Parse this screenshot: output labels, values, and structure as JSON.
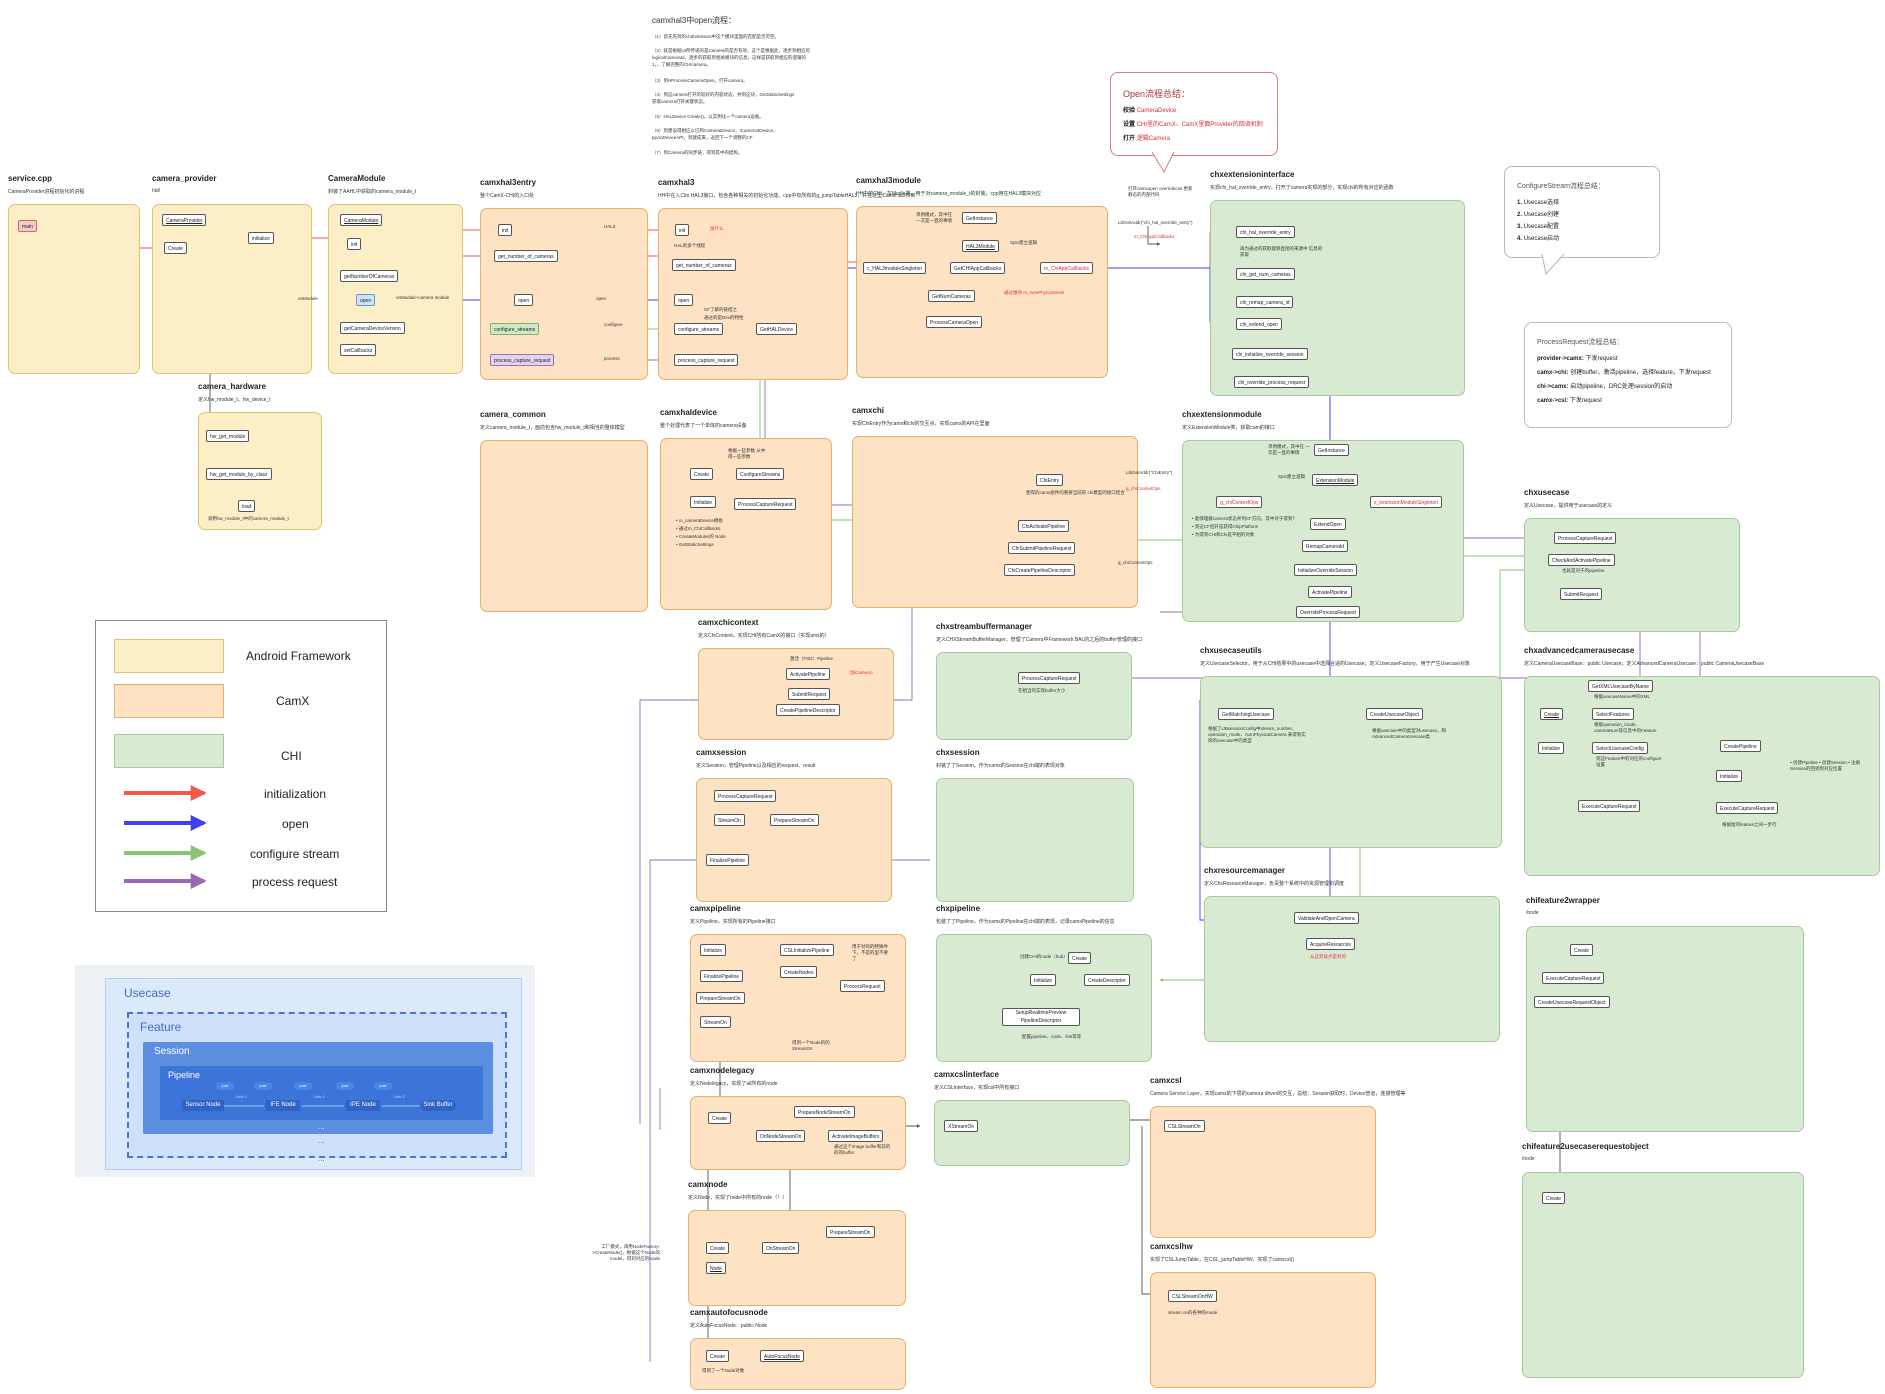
{
  "modules": {
    "service": {
      "title": "service.cpp",
      "desc": "CameraProvider进程初始化的进程"
    },
    "provider": {
      "title": "camera_provider",
      "desc": "hidl"
    },
    "cmodule": {
      "title": "CameraModule",
      "desc": "封装了AAHL中获取的camera_module_t"
    },
    "entry": {
      "title": "camxhal3entry",
      "desc": "整个CamX-CHI的入口处"
    },
    "hal3": {
      "title": "camxhal3",
      "desc": "HH中在入口to HAL3接口，包含各种相关的初始化功能。cpp中有所有的g_jumpTableHAL3，并在这里CamxHal3传到"
    },
    "hal3mod": {
      "title": "camxhal3module",
      "desc": "HH中的CHI，在Modle类，用于对camera_module_t的封装，cpp用在HAL3模块对应"
    },
    "extif": {
      "title": "chxextensioninterface",
      "desc": "实现chi_hal_override_entry，打开了camera实现的部分，实现chi的所有对应的函数"
    },
    "hardware": {
      "title": "camera_hardware",
      "desc": "定义hw_module_t，hw_device_t"
    },
    "common": {
      "title": "camera_common",
      "desc": "定义camera_module_t，面前包含hw_module_t和相当的整体模型"
    },
    "haldev": {
      "title": "camxhaldevice",
      "desc": "整个处理代表了一个单体的camera设备"
    },
    "chi": {
      "title": "camxchi",
      "desc": "实现ChiEntry作为camx和chi的交互点，实现camx的API在里面"
    },
    "extmod": {
      "title": "chxextensionmodule",
      "desc": "定义ExtensionModule类，获取cam的接口"
    },
    "usecase": {
      "title": "chxusecase",
      "desc": "定义Usecase，提供用于usecase的定义"
    },
    "chictx": {
      "title": "camxchicontext",
      "desc": "定义ChiContext，实现CHI所有CamX的接口（实现amx的）"
    },
    "sbm": {
      "title": "chxstreambuffermanager",
      "desc": "定义CHXStreamBufferManager，管理了Camera中Framework BAL的之后的buffer管理的接口"
    },
    "uutils": {
      "title": "chxusecaseutils",
      "desc": "定义UsecaseSelector，用于从CHI结果中的usecase中选择合适的Usecase；定义UsecaseFactory，用于产生Usecase对象"
    },
    "advuc": {
      "title": "chxadvancedcamerausecase",
      "desc": "定义CameraUsecaseBase：public Usecase；定义AdvancedCameraUsecase：public CameraUsecaseBase"
    },
    "session": {
      "title": "camxsession",
      "desc": "定义Session，管理Pipeline以及相应的request、result"
    },
    "chxsession": {
      "title": "chxsession",
      "desc": "封装了了Session，作为camx的Session在chi端的表现对象"
    },
    "resmgr": {
      "title": "chxresourcemanager",
      "desc": "定义ChxResourceManager，负责整个系统中的资源管理和调度"
    },
    "pipeline": {
      "title": "camxpipeline",
      "desc": "定义Pipeline，实现所有的Pipeline接口"
    },
    "chxpipeline": {
      "title": "chxpipeline",
      "desc": "包装了了Pipeline，作为camx的Pipeline在chi端的表现，记录camxPipeline的信息"
    },
    "f2wrap": {
      "title": "chifeature2wrapper",
      "desc": "/node"
    },
    "nodelegacy": {
      "title": "camxnodelegacy",
      "desc": "定义Nodelegacy，实现了all所有的node"
    },
    "csl": {
      "title": "camxcslinterface",
      "desc": "定义CSLInterface，实现csl中所有接口"
    },
    "camxcsl": {
      "title": "camxcsl",
      "desc": "Camera Service Layer，实现camx的下层的camera driver的交互，总结：Session获取时，Device管道，连接管理等"
    },
    "f2uro": {
      "title": "chifeature2usecaserequestobject",
      "desc": "/node"
    },
    "node": {
      "title": "camxnode",
      "desc": "定义Node，实现了node中所有的node（！）"
    },
    "cslhw": {
      "title": "camxcslhw",
      "desc": "实现了CSLJumpTable，在CSL_jumpTableHW，实现了camxcsl()"
    },
    "afnode": {
      "title": "camxautofocusnode",
      "desc": "定义AutoFocusNode：public Node"
    }
  },
  "nodes": {
    "main": "main",
    "cprov": "CameraProvider",
    "create": "Create",
    "initialize": "initialize",
    "cmodule": "CameraModule",
    "init": "init",
    "getnum": "getNumberOfCameras",
    "open": "open",
    "getcdv": "getCameraDeviceVersion",
    "setcb": "setCallbacks",
    "e_init": "init",
    "e_getnum": "get_number_of_cameras",
    "e_open": "open",
    "e_cfg": "configure_streams",
    "e_pcr": "process_capture_request",
    "h_init": "init",
    "h_getnum": "get_number_of_cameras",
    "h_open": "open",
    "h_cfg": "configure_streams",
    "h_pcr": "process_capture_request",
    "h_getdev": "GetHALDevice",
    "m_getinst": "GetInstance",
    "m_halmod": "HAL3Module",
    "m_getcb": "GetCHIAppCallbacks",
    "m_chiapp": "m_ChiAppCallbacks",
    "m_ctor": "c_HAL3moduleSingleton",
    "m_getcams": "GetNumCameras",
    "m_pco": "ProcessCameraOpen",
    "x_entry": "chi_hal_override_entry",
    "x_getnum": "chi_get_num_cameras",
    "x_remap": "chi_remap_camera_id",
    "x_open": "chi_extend_open",
    "x_init": "chi_initialize_override_session",
    "x_pcr": "chi_override_process_request",
    "hw_get": "hw_get_module",
    "hw_getcls": "hw_get_module_by_class",
    "hw_load": "load",
    "d_create": "Create",
    "d_cfg": "ConfigureStreams",
    "d_init": "Initialize",
    "d_pcr": "ProcessCaptureRequest",
    "c_entry": "ChiEntry",
    "c_act": "ChiActivatePipeline",
    "c_sub": "ChiSubmitPipelineRequest",
    "c_cpd": "ChiCreatePipelineDescriptor",
    "em_getinst": "GetInstance",
    "em_ext": "ExtensionModule",
    "em_ops": "g_chiContextOps",
    "em_single": "s_extensionModuleSingleton",
    "em_open": "ExtendOpen",
    "em_remap": "RemapCameraId",
    "em_ios": "InitializeOverrideSession",
    "em_act": "ActivatePipeline",
    "em_opr": "OverrideProcessRequest",
    "u_pcr": "ProcessCaptureRequest",
    "u_check": "CheckAndActivatePipeline",
    "u_sub": "SubmitRequest",
    "cc_act": "ActivatePipeline",
    "cc_sub": "SubmitRequest",
    "cc_cpd": "CreatePipelineDescriptor",
    "sbm_pcr": "ProcessCaptureRequest",
    "uu_gmu": "GetMatchingUsecase",
    "uu_cuo": "CreateUsecaseObject",
    "a_create": "Create",
    "a_initialize": "Initialize",
    "a_getxml": "GetXMLUsecaseByName",
    "a_select": "SelectFeatures",
    "a_sel2": "SelectUsecaseConfig",
    "a_cp": "CreatePipeline",
    "a_init": "Initialize",
    "a_ecr": "ExecuteCaptureRequest",
    "a_ecr2": "ExecuteCaptureRequest",
    "s_pcr": "ProcessCaptureRequest",
    "s_son": "StreamOn",
    "s_pson": "PrepareStreamOn",
    "s_fin": "FinalizePipeline",
    "r_val": "ValidateAndOpenCamera",
    "r_acq": "AcquireResources",
    "p_init": "Initialize",
    "p_csl": "CSLInitializePipeline",
    "p_fin": "FinalizePipeline",
    "p_cn": "CreateNodes",
    "p_pr": "ProcessRequest",
    "p_pson": "PrepareStreamOn",
    "p_son": "StreamOn",
    "cp_create": "Create",
    "cp_init": "Initialize",
    "cp_cd": "CreateDescriptor",
    "cp_setup": "SetupRealtimePreview PipelineDescriptor",
    "f2_create": "Create",
    "f2_ecr": "ExecuteCaptureRequest",
    "f2_curo": "CreateUsecaseRequestObject",
    "nl_create": "Create",
    "nl_pnson": "PrepareNodeStreamOn",
    "nl_onson": "OnNodeStreamOn",
    "nl_aib": "ActivateImageBuffers",
    "csl_son": "XStreamOn",
    "cx_son": "CSLStreamOn",
    "f2u_create": "Create",
    "n_create": "Create",
    "n_node": "Node",
    "n_onson": "OnStreamOn",
    "n_pson": "PrepareStreamOn",
    "hw_son": "CSLStreamOnHW",
    "af_create": "Create",
    "af_node": "AutoFocusNode"
  },
  "notes": {
    "n_top": "camxhal3中open流程：",
    "t1": "（1）首先先到的chiExtension中这个模块里面的匹配是否可空。",
    "t2": "（2）就是根据UI所传递的是Camera的是否有效，这个是根据此，逐步到相应的",
    "t2b": "logicalCameraId，逐步的获取到相关模块的信息，这样是获取到相应的逻辑的",
    "t2c": "1，，了解完整的CHIcamera。",
    "t3": "（3）到HProcessCameraOpen，打开camera。",
    "t4": "（4）到这camera打开的较好的内容状态，并到这块，GetStaticSettings",
    "t4b": "获取camera打开关键状态。",
    "t5": "（5）HALDevice Create()，以实例化一个camera设备。",
    "t6": "（6）到建设得相应以已和CameraIDevice，ICamera3Device，",
    "t6b": "ppAnDeviceAPI，到建成来，返回下一个调整的CF",
    "t7": "（7）到Camera的同步链，得到其中的结构。",
    "hal3_note1": "HAL的多个线程",
    "hal3_note2": "CF了解的链结之",
    "hal3_note3": "通过的是Dev的特性",
    "mod_note": "单例模式，其中在 一次是一直的事情",
    "mod_note2": "Spin建立逻辑",
    "mod_note3": "通过维持 m_numPhyCameras",
    "ext_note": "打开camxopen overridecas 更新静态的内部代码",
    "ext_lib": "LibGetAddr(\"chi_hal_override_entry\")",
    "ext_cb": "m_ChiAppCallbacks",
    "ext_note2": "再为通过的获取能够直接的来源中 信息的获取",
    "em_note": "单例模式，其中在 一次是一直的事情",
    "em_note2": "Spin建立逻辑",
    "em_lib": "LibGetAddr(\"ChiEntry\")",
    "em_ops": "g_chiContextOps",
    "em_b1": "• 能够理解camera状态并到CF方向，其中对于得到？",
    "em_b2": "• 到这CF后开是获得ChipPlatform",
    "em_b3": "• 为得到CHI和Chi是平相的对象",
    "c_note": "使得的camx组件的重要当前的 chi模型的接口结合",
    "d_note": "根据一些参数 从中得一些参数",
    "d_b1": "• m_cameraDevice模板",
    "d_b2": "• 通过m_ChiCallbacks",
    "d_b3": "• CreateModules的 Node",
    "d_b4": "• GetStaticSettings",
    "cc_note": "激活（FSD）Pipeline",
    "sbm_note": "在相当的实现buffer大小",
    "uu_note": "根据了UBsessionConfig中stream_number、operation_mode、numPhysicalCamera 来得到实际的usecase中的类型",
    "uu_note2": "根据usecase中的类型对usecase，和AdvancedCameraUsecase类",
    "a_note1": "根据usecaseName中的XML",
    "a_note2": "根据operation_mode、cameraNum等信息中的Feature",
    "a_note3": "到这Feature中的对应的configure设置",
    "a_note4": "• 创建Pipeline • 创建Session • 注册Session的回调到对应位置",
    "a_note5": "根据给的feature之间一步行",
    "u_note": "也就是对于的pipeline",
    "p_note": "用于对的的特殊件下，不是的里不要了",
    "p_note2": "得到一个Node的的 StreamOn",
    "cp_note": "创建CHI的node（hub）",
    "cp_note2": "配置pipeline、node、link等等",
    "r_note": "从这到该点是有的",
    "nl_note": "通过这个image buffer和前的的的buffer",
    "n_note": "工厂模式，调用NodeFactory->CreateNode()，根据这个Node的model，得到对应的Node",
    "hw_note": "stream on的各种的mode",
    "af_note": "得到了一个Node对象",
    "hw_note2": "调用hw_module_t中的camera_module_t",
    "create_note": "onModule",
    "lbl_hal3": "HAL3",
    "lbl_open": "open",
    "lbl_cfg": "configure",
    "lbl_pcr": "process",
    "lbl_mod": "onModule+camera module",
    "lbl_chi": "g_chiContextOps",
    "red1": "加什么",
    "red2": "（加Camera）"
  },
  "legend": {
    "fw": "Android Framework",
    "camx": "CamX",
    "chi": "CHI",
    "init": "initialization",
    "open": "open",
    "cfg": "configure stream",
    "pcr": "process request",
    "colors": {
      "fw": "#fcefc7",
      "camx": "#fde2c4",
      "chi": "#d9ead3",
      "init": "#f4574b",
      "open": "#3d3ff0",
      "cfg": "#89c56f",
      "pcr": "#9b69b4"
    }
  },
  "callouts": {
    "open": {
      "title": "Open流程总结：",
      "l1": "校验",
      "l1b": "CameraDevice",
      "l2": "设置",
      "l2b": "CHI里的CamX、CamX里面Provider的回调机制",
      "l3": "打开",
      "l3b": "逻辑Camera"
    },
    "cfg": {
      "title": "ConfigureStream流程总结：",
      "l1": "1.",
      "l1b": "Usecase选择",
      "l2": "2.",
      "l2b": "Usecase创建",
      "l3": "3.",
      "l3b": "Usecase配置",
      "l4": "4.",
      "l4b": "Usecase启动"
    },
    "pcr": {
      "title": "ProcessRequest流程总结：",
      "l1": "provider->camx:",
      "l1b": "下发request",
      "l2": "camx->chi:",
      "l2b": "创建buffer，激活pipeline，选择feature，下发request",
      "l3": "chi->camx:",
      "l3b": "启动pipeline，DRC处理session的启动",
      "l4": "camx->csl:",
      "l4b": "下发request"
    }
  },
  "usecase": {
    "usecase": "Usecase",
    "feature": "Feature",
    "session": "Session",
    "pipeline": "Pipeline",
    "sensor": "Sensor Node",
    "ife": "IFE Node",
    "ipe": "IPE Node",
    "sink": "Sink Buffer",
    "link0": "Link 0",
    "link1": "Link 1",
    "link2": "Link 2",
    "port": "port",
    "dots": "..."
  }
}
